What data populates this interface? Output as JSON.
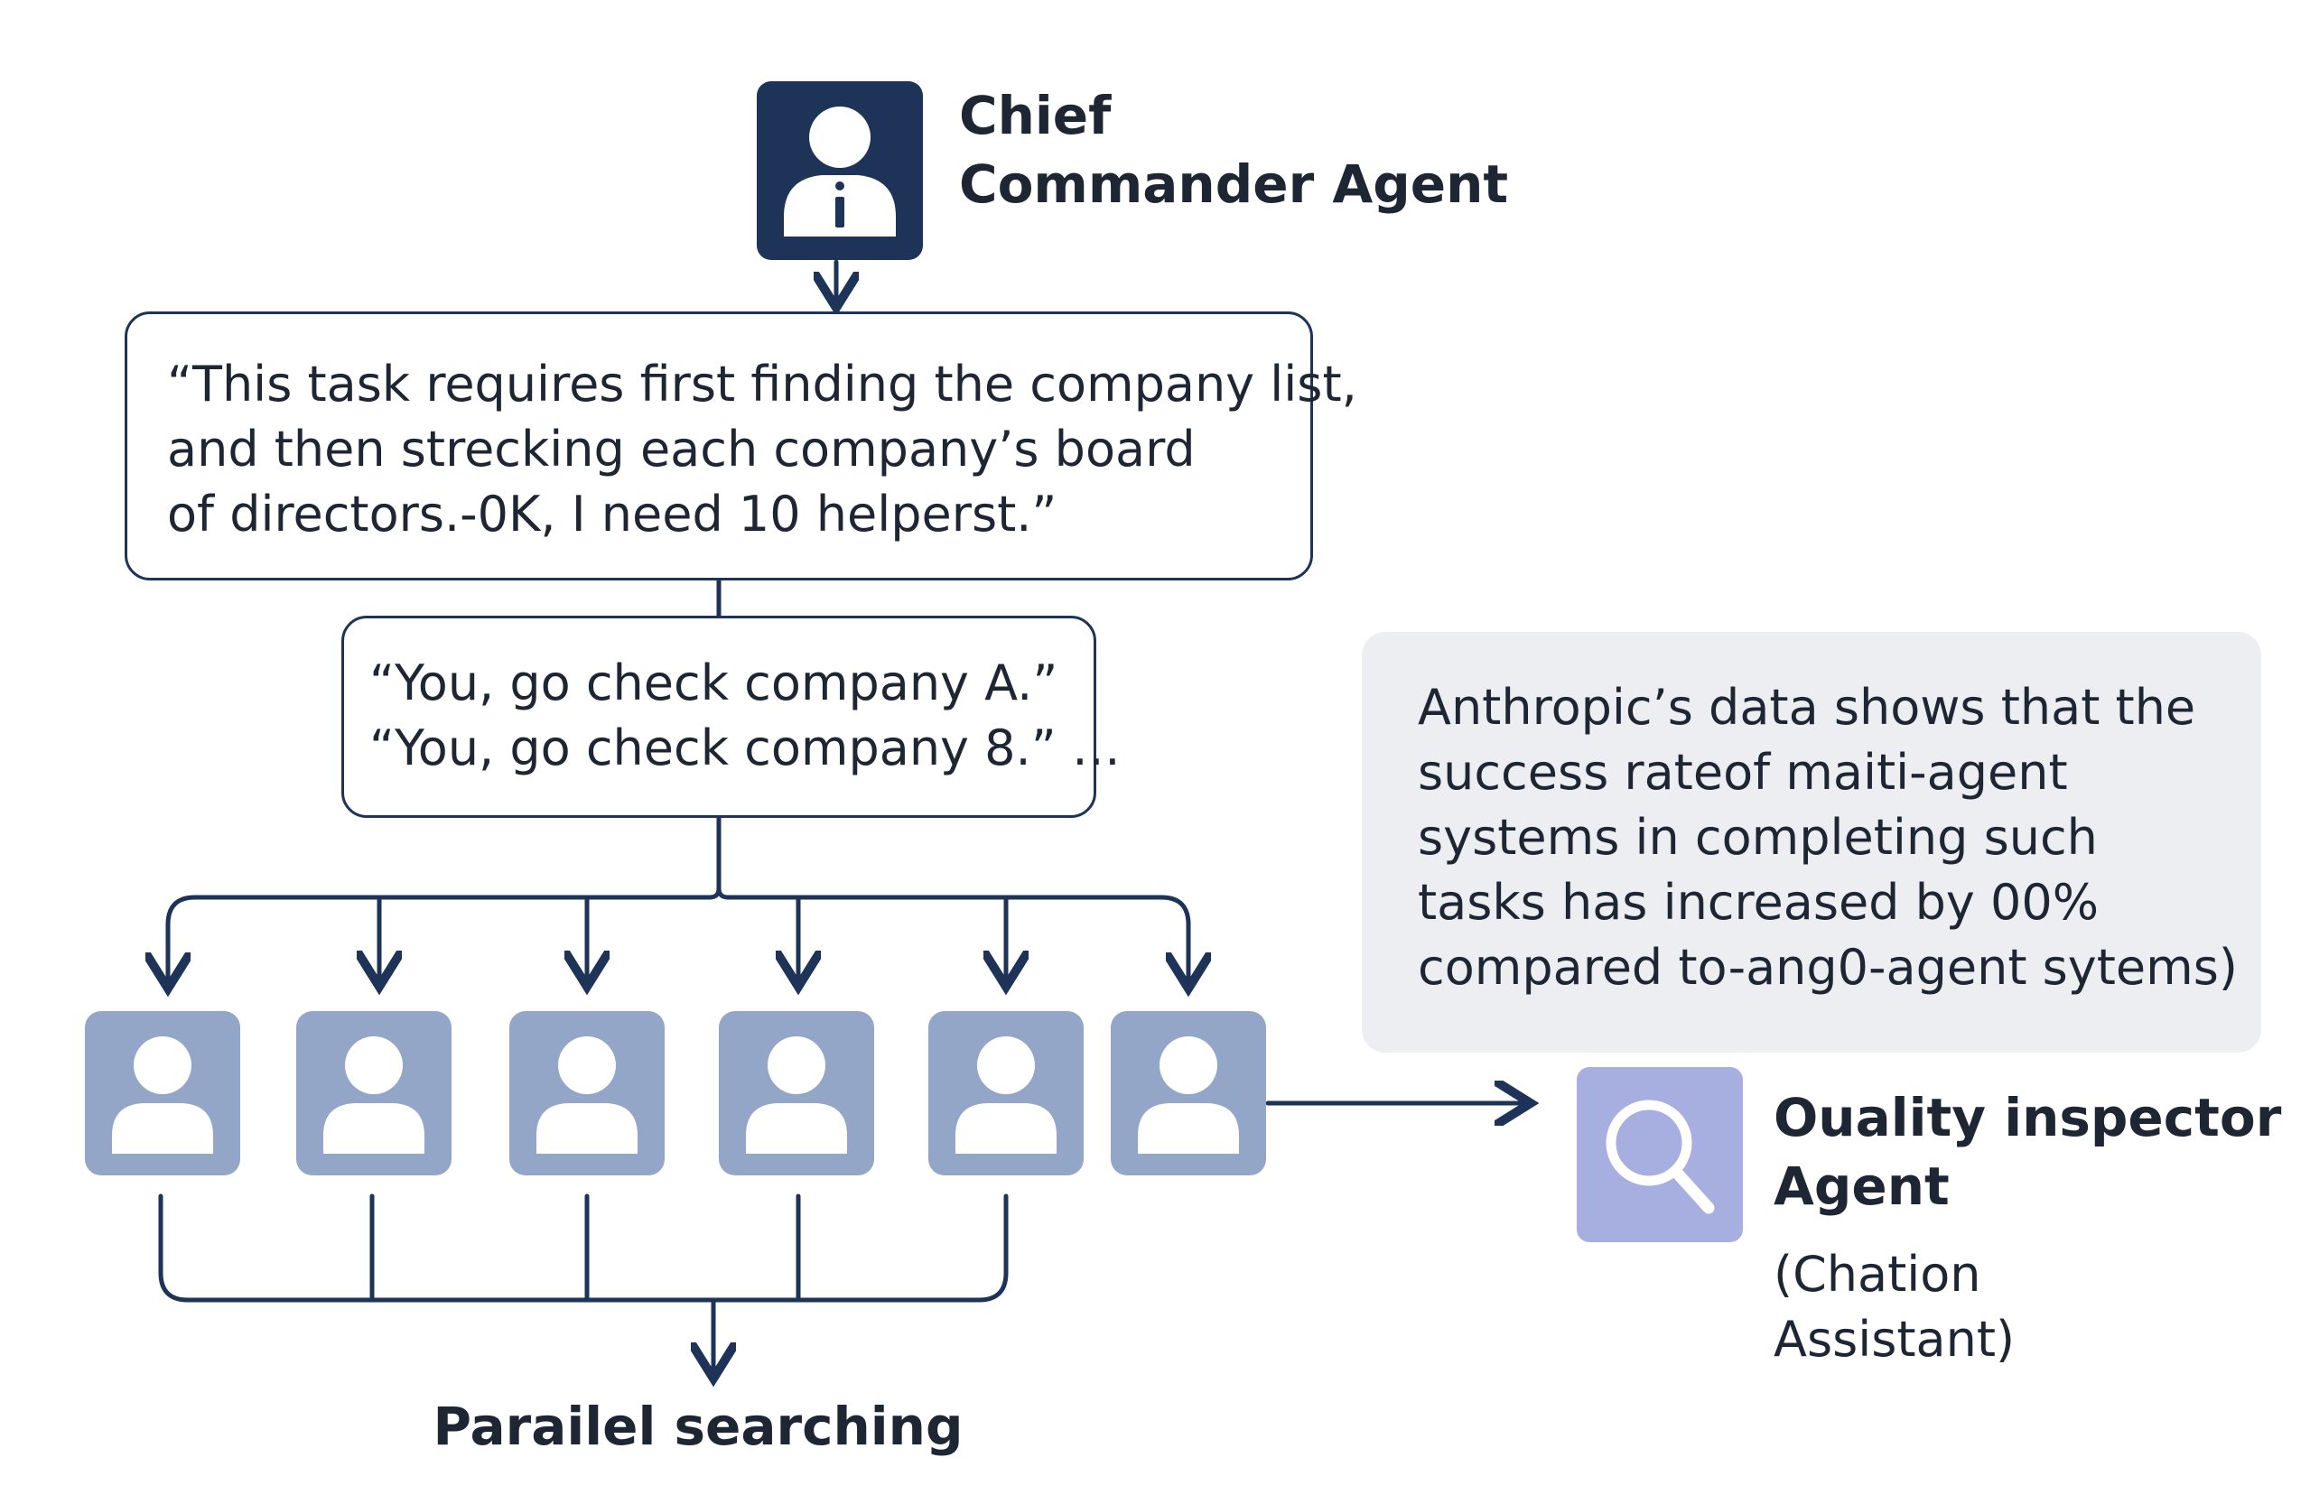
{
  "chief": {
    "title_line1": "Chief",
    "title_line2": "Commander Agent",
    "icon": "person-info-icon"
  },
  "plan_bubble": {
    "lines": [
      "“This task requires first finding the company list,",
      "and then strecking each company’s board",
      "of directors.-0K, I need 10 helperst.”"
    ]
  },
  "assign_bubble": {
    "lines": [
      "“You, go check company A.”",
      "“You, go check company 8.” …"
    ]
  },
  "helpers": {
    "count": 6,
    "icon": "person-icon"
  },
  "parallel_label": "Parailel searching",
  "note": {
    "lines": [
      "Anthropic’s data shows that the",
      "success rateof maiti-agent",
      "systems in completing such",
      "tasks has increased by 00%",
      "compared to-ang0-agent sytems)"
    ]
  },
  "quality_inspector": {
    "title_line1": "Ouality inspector",
    "title_line2": "Agent",
    "sub_line1": "(Chation",
    "sub_line2": "Assistant)",
    "icon": "magnifier-icon"
  },
  "colors": {
    "navy": "#1d3358",
    "helper_fill": "#93a6c7",
    "inspector_fill": "#a7aee0",
    "note_bg": "#eceef2",
    "text": "#1f2633"
  }
}
